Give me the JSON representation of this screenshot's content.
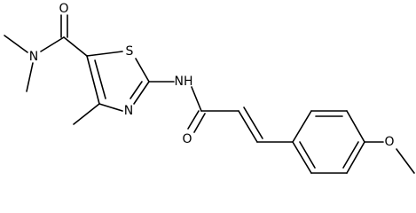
{
  "molecule": {
    "atoms": {
      "carbonyl_oxygen": "O",
      "amide_nitrogen": "N",
      "ring_sulfur": "S",
      "ring_nitrogen": "N",
      "linker_nh": "NH",
      "acyl_oxygen": "O",
      "methoxy_oxygen": "O"
    }
  }
}
